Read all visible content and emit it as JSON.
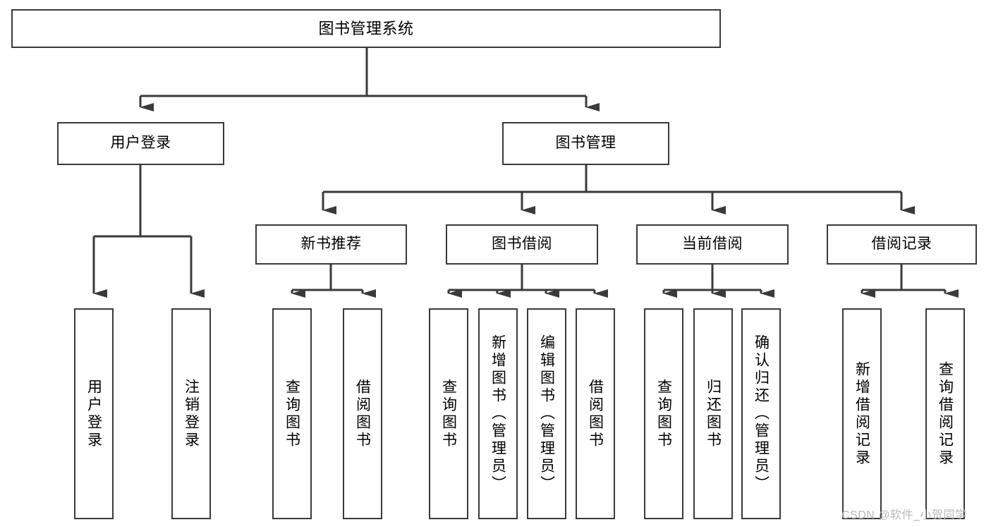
{
  "diagram": {
    "title": "图书管理系统",
    "type": "functional-decomposition-tree",
    "root": {
      "label": "图书管理系统"
    },
    "level1": [
      {
        "label": "用户登录"
      },
      {
        "label": "图书管理"
      }
    ],
    "level2": [
      {
        "label": "新书推荐",
        "parent": "图书管理"
      },
      {
        "label": "图书借阅",
        "parent": "图书管理"
      },
      {
        "label": "当前借阅",
        "parent": "图书管理"
      },
      {
        "label": "借阅记录",
        "parent": "图书管理"
      }
    ],
    "leaves": [
      {
        "label": "用户登录",
        "parent": "用户登录"
      },
      {
        "label": "注销登录",
        "parent": "用户登录"
      },
      {
        "label": "查询图书",
        "parent": "新书推荐"
      },
      {
        "label": "借阅图书",
        "parent": "新书推荐"
      },
      {
        "label": "查询图书",
        "parent": "图书借阅"
      },
      {
        "label": "新增图书（管理员）",
        "parent": "图书借阅"
      },
      {
        "label": "编辑图书（管理员）",
        "parent": "图书借阅"
      },
      {
        "label": "借阅图书",
        "parent": "图书借阅"
      },
      {
        "label": "查询图书",
        "parent": "当前借阅"
      },
      {
        "label": "归还图书",
        "parent": "当前借阅"
      },
      {
        "label": "确认归还（管理员）",
        "parent": "当前借阅"
      },
      {
        "label": "新增借阅记录",
        "parent": "借阅记录"
      },
      {
        "label": "查询借阅记录",
        "parent": "借阅记录"
      }
    ]
  },
  "watermark": {
    "text": "CSDN @软件_小贺同学"
  },
  "colors": {
    "stroke": "#3a3a3a",
    "fill": "#ffffff",
    "text": "#000000",
    "watermark": "#b9b9b9"
  }
}
